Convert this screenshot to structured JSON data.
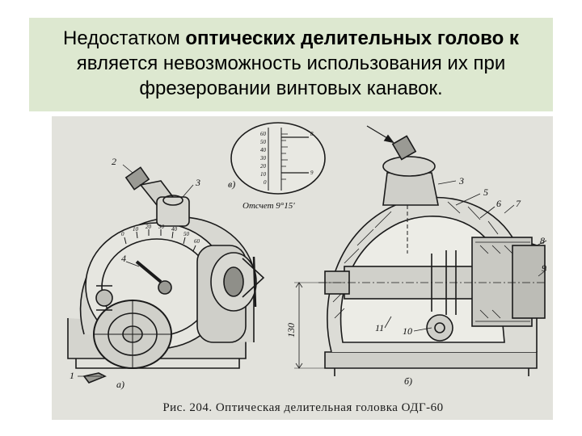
{
  "slide": {
    "text_normal_1": "Недостатком ",
    "text_bold": "оптических делительных голово к",
    "text_normal_2": " является невозможность использования их при фрезеровании винтовых канавок."
  },
  "figure": {
    "caption": "Рис. 204. Оптическая делительная головка ОДГ-60",
    "inset_reading": "Отсчет 9°15'",
    "dimension": "130",
    "part_numbers": [
      "1",
      "2",
      "3",
      "4",
      "3",
      "5",
      "6",
      "7",
      "8",
      "9",
      "10",
      "11"
    ],
    "view_labels": [
      "а)",
      "б)",
      "в)"
    ],
    "scale_numbers": [
      "60",
      "50",
      "40",
      "30",
      "20",
      "10",
      "0"
    ],
    "scale_marks": [
      "8",
      "9"
    ],
    "dial_numbers": [
      "0",
      "10",
      "20",
      "30",
      "40",
      "50",
      "60"
    ]
  }
}
